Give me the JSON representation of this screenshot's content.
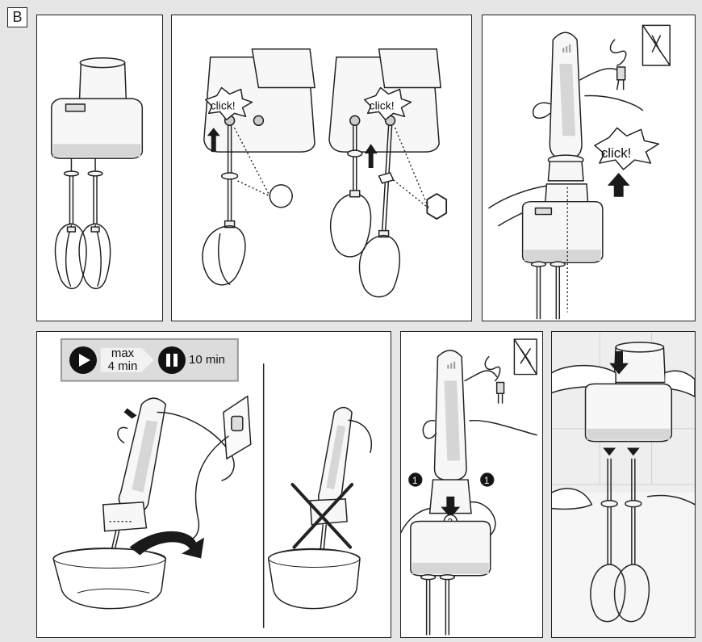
{
  "section": {
    "letter": "B"
  },
  "labels": {
    "click": "click!"
  },
  "timer": {
    "max_label": "max",
    "max_value": "4 min",
    "pause_value": "10 min"
  },
  "steps": {
    "turn_number_1": "1",
    "turn_number_2": "2"
  },
  "colors": {
    "frame_bg": "#e6e6e6",
    "panel_bg": "#ffffff",
    "line": "#222222",
    "timer_box_bg": "#dcdcdc",
    "tile_bg": "#eeeeee"
  },
  "icons": [
    "no-water-icon",
    "play-icon",
    "pause-icon",
    "arrow-up-icon",
    "arrow-down-icon",
    "rotation-arrow-icon",
    "cross-icon",
    "circle-shape-icon",
    "hexagon-shape-icon"
  ]
}
